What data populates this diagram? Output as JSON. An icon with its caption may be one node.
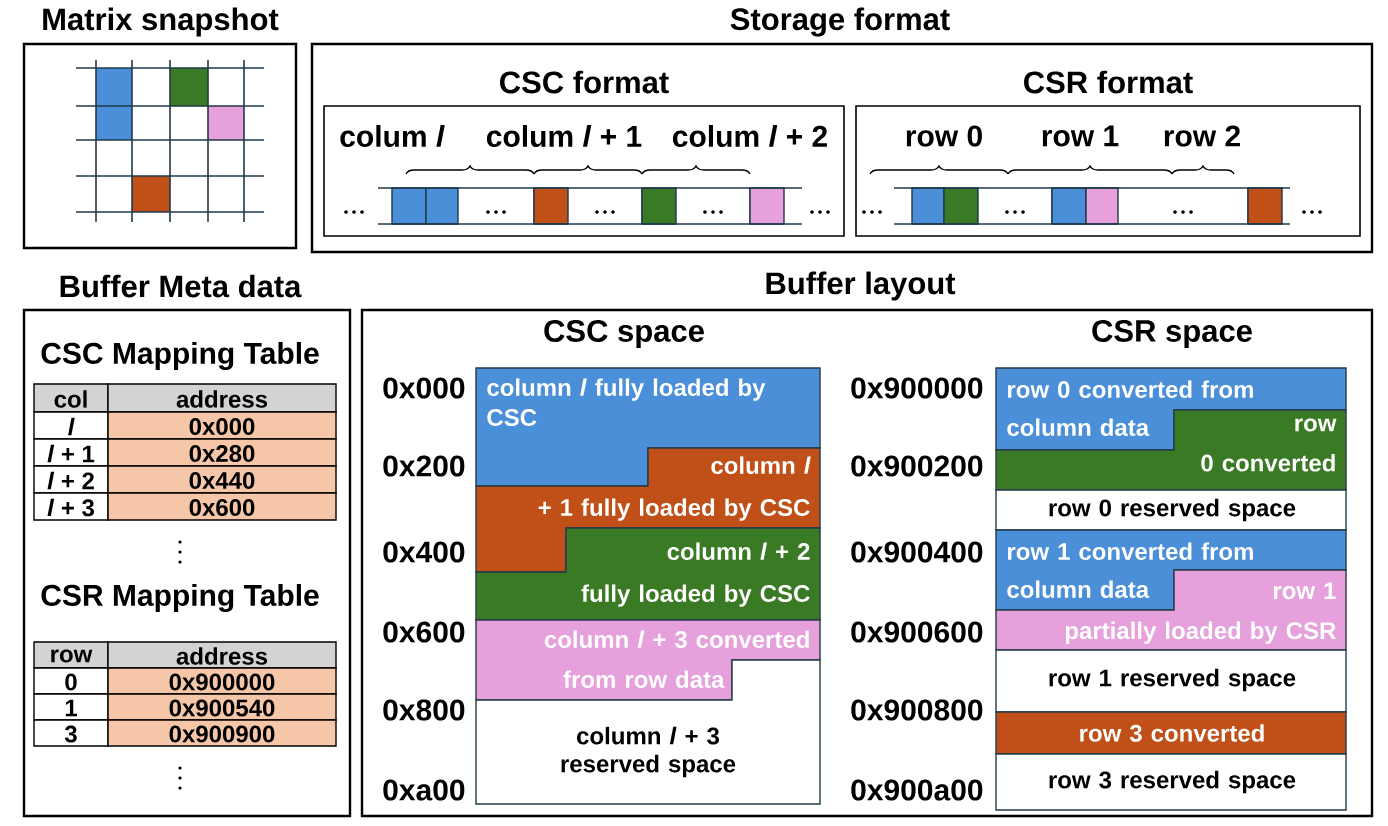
{
  "diagram": {
    "nodes": [
      {
        "text": [
          "Matrix snapshot"
        ]
      },
      {
        "text": [
          "Storage format"
        ]
      },
      {
        "text": [
          "CSC format"
        ],
        "in": 1
      },
      {
        "text": [
          "CSR format"
        ],
        "in": 1
      },
      {
        "text": [
          "Buffer Meta data"
        ]
      },
      {
        "text": [
          "Buffer layout"
        ]
      },
      {
        "text": [
          "column *l* fully loaded by CSC"
        ],
        "in": 5
      },
      {
        "text": [
          "column *l* + 1 fully loaded by CSC"
        ],
        "in": 5
      },
      {
        "text": [
          "column *l* + 2 fully loaded by CSC"
        ],
        "in": 5
      },
      {
        "text": [
          "column *l* + 3 converted from row data"
        ],
        "in": 5
      },
      {
        "text": [
          "column *l* + 3 reserved space"
        ],
        "in": 5
      },
      {
        "text": [
          "row 0 converted from column data"
        ],
        "in": 5
      },
      {
        "text": [
          "row 0 converted"
        ],
        "in": 5
      },
      {
        "text": [
          "row 0 reserved space"
        ],
        "in": 5
      },
      {
        "text": [
          "row 1 converted from column data"
        ],
        "in": 5
      },
      {
        "text": [
          "row 1 partially loaded by CSR"
        ],
        "in": 5
      },
      {
        "text": [
          "row 1 reserved space"
        ],
        "in": 5
      },
      {
        "text": [
          "row 3 converted"
        ],
        "in": 5
      },
      {
        "text": [
          "row 3 reserved space"
        ],
        "in": 5
      }
    ],
    "labels": [
      "colum *l*",
      "colum *l* + 1",
      "colum *l* + 2",
      "row 0",
      "row 1",
      "row 2",
      "CSC Mapping Table",
      "col",
      "address",
      "l",
      "0x000",
      "*l* + 1",
      "0x280",
      "*l* + 2",
      "0x440",
      "*l* + 3",
      "0x600",
      "CSR Mapping Table",
      "row",
      "address",
      "0",
      "0x900000",
      "1",
      "0x900540",
      "3",
      "0x900900",
      "CSC space",
      "CSR space",
      "0x000",
      "0x200",
      "0x400",
      "0x600",
      "0x800",
      "0xa00",
      "0x900000",
      "0x900200",
      "0x900400",
      "0x900600",
      "0x900800",
      "0x900a00"
    ]
  }
}
